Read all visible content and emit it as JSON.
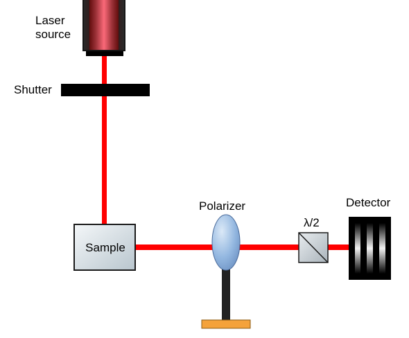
{
  "labels": {
    "laser_line1": "Laser",
    "laser_line2": "source",
    "shutter": "Shutter",
    "sample": "Sample",
    "polarizer": "Polarizer",
    "waveplate": "λ/2",
    "detector": "Detector"
  },
  "colors": {
    "beam": "#ff0000",
    "shutter": "#000000",
    "sample_fill": "#d4dce1",
    "lens_fill": "#8fb3dd",
    "post": "#222222",
    "post_base": "#f4a23a",
    "detector_body": "#000000",
    "laser_body": "#141414"
  }
}
